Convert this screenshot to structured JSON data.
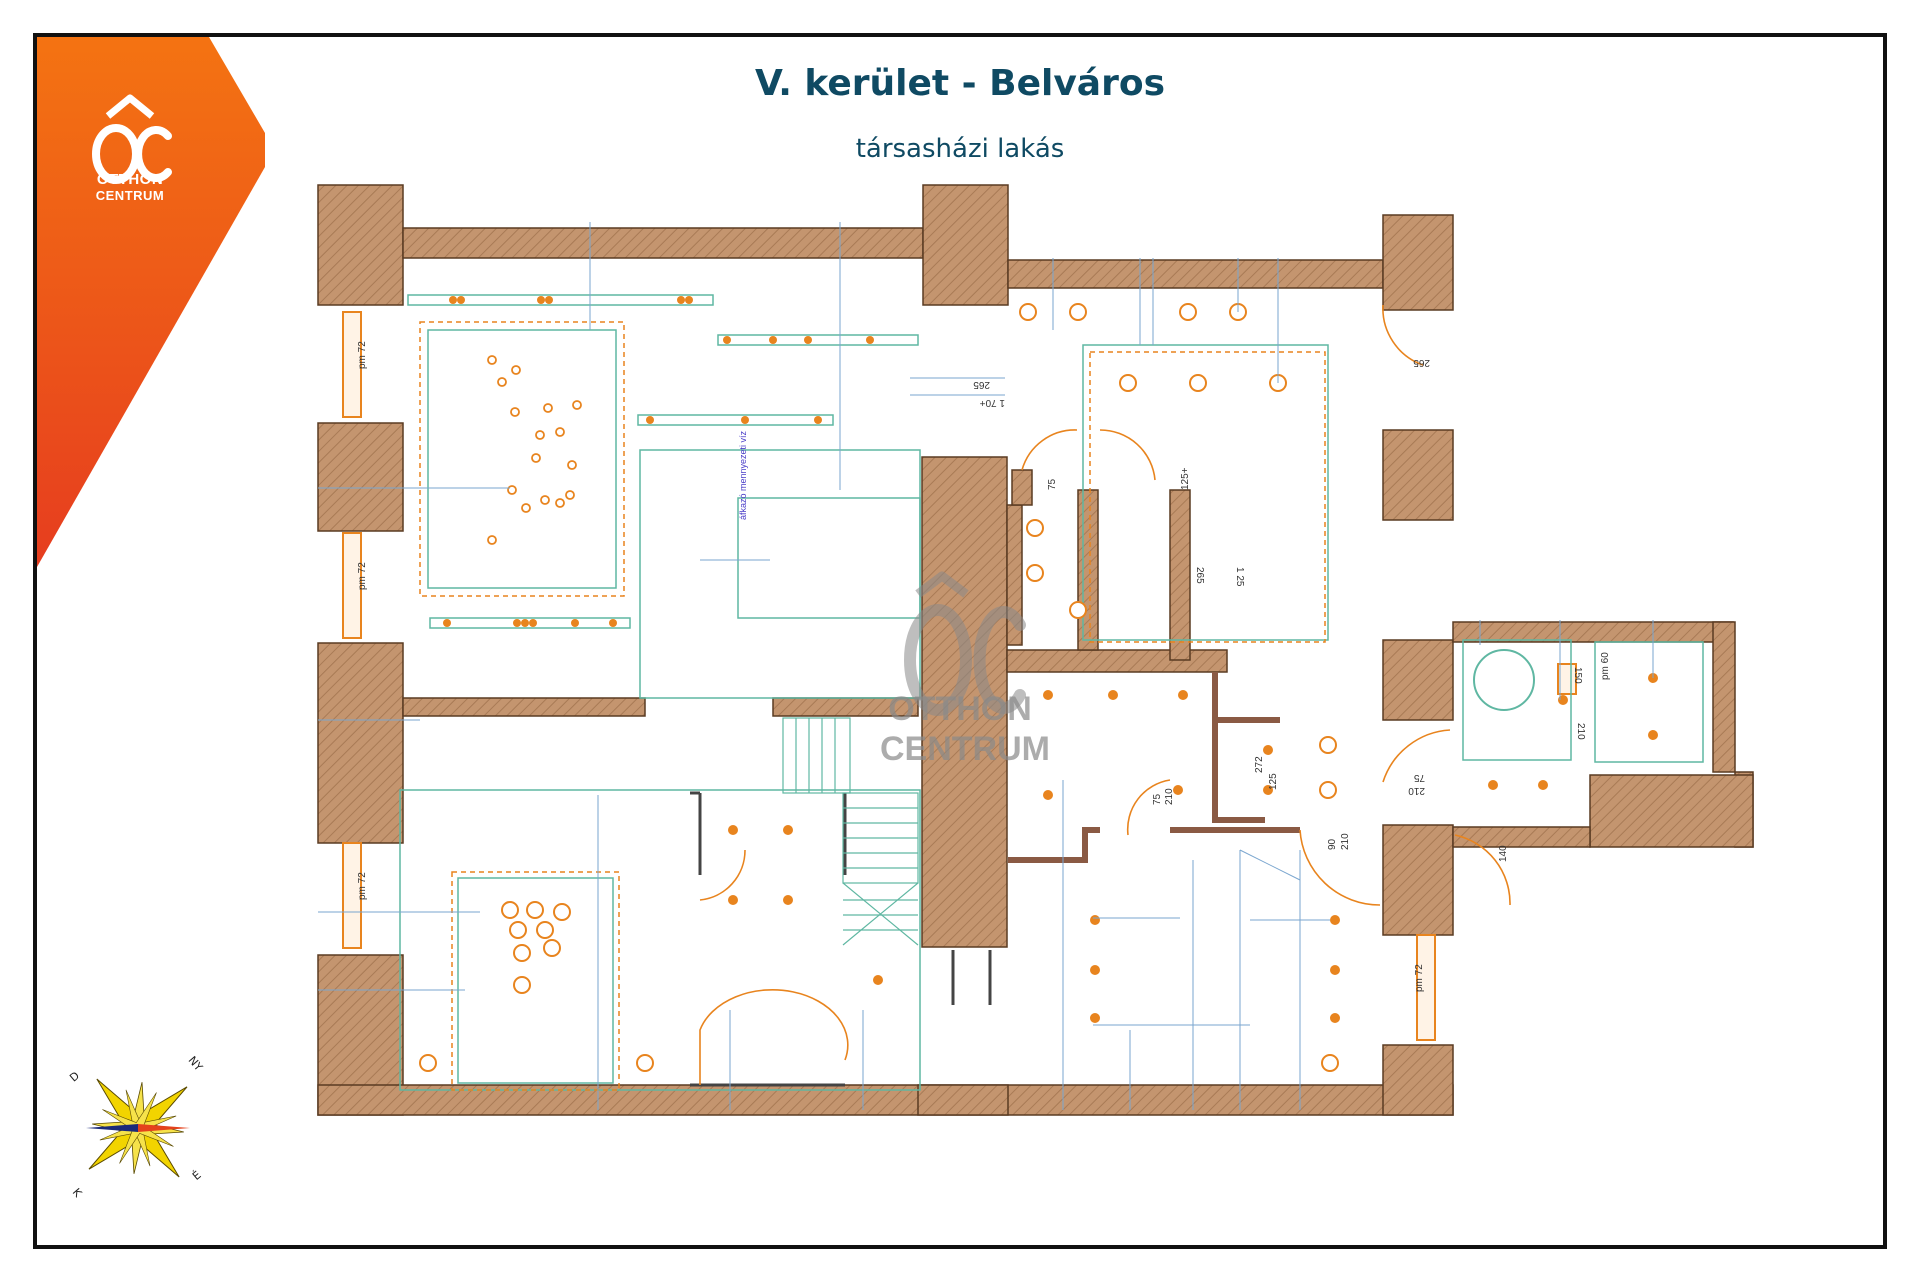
{
  "brand": {
    "logo_mark": "ÔC",
    "line1": "OTTHON",
    "line2": "CENTRUM",
    "accent_color": "#f06a14",
    "accent_color_dark": "#e4421c",
    "icon": "house-roof-icon"
  },
  "header": {
    "title": "V. kerület - Belváros",
    "subtitle": "társasházi lakás",
    "text_color": "#0f4a63"
  },
  "watermark": {
    "logo_mark": "ÔC",
    "line1": "OTTHON",
    "line2": "CENTRUM"
  },
  "floorplan": {
    "wall_color": "#c4956f",
    "fixture_color": "#e8841e",
    "duct_color": "#5fb7a2",
    "dimension_color": "#7aa6cf",
    "annotation": "áfkazó mennyezeti víz",
    "dims": {
      "d1": "265",
      "d2": "1 70+",
      "d3": "75",
      "d4": "125+",
      "d5": "265",
      "d6": "1 25",
      "d7": "pm 72",
      "d8": "pm 72",
      "d9": "pm 72",
      "d10": "pm 72",
      "d11": "265",
      "d12": "150",
      "d13": "pm 60",
      "d14": "210",
      "d15": "75",
      "d16": "210",
      "d17": "90",
      "d18": "210",
      "d19": "140",
      "d20": "75",
      "d21": "210",
      "d22": "272",
      "d23": "125"
    }
  },
  "compass": {
    "icon": "compass-rose-icon",
    "labels": {
      "north": "É",
      "east": "K",
      "south": "D",
      "west": "NY"
    },
    "star_color": "#f2d400",
    "needle_color": "#e4421c"
  }
}
